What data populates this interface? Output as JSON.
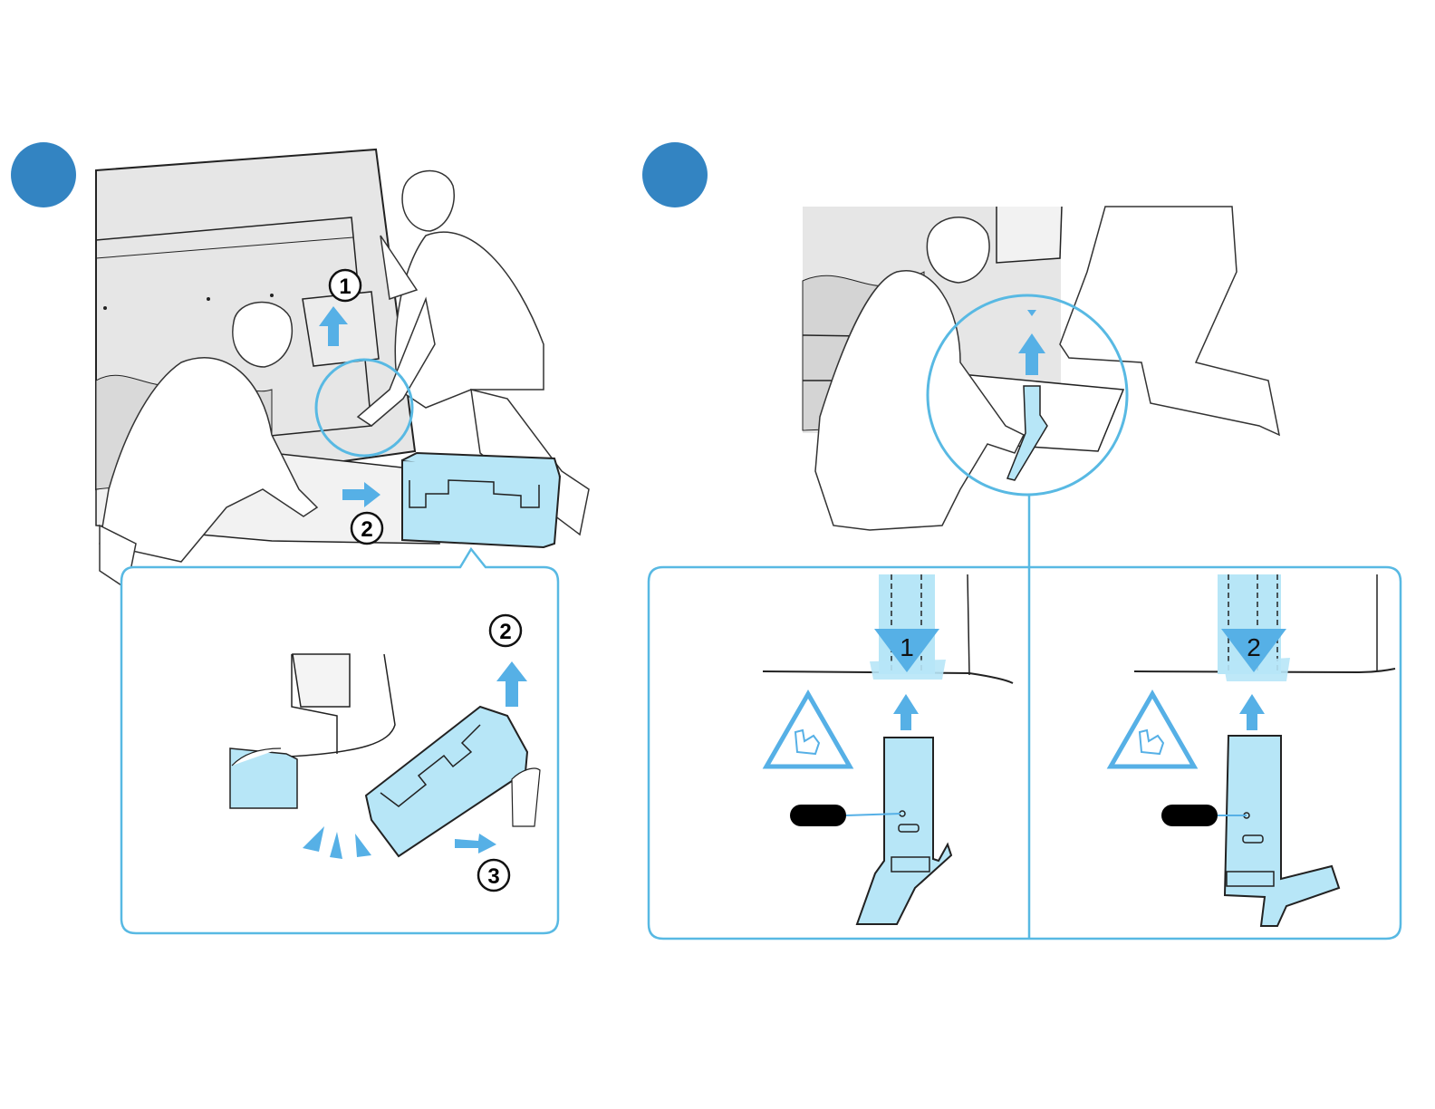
{
  "colors": {
    "step_circle": "#3384c2",
    "part_fill": "#b7e6f7",
    "arrow_blue": "#56b0e6",
    "callout_border": "#58b9e3",
    "tv_gray": "#e6e6e6",
    "line": "#222222"
  },
  "step1": {
    "markers": [
      "1",
      "2"
    ],
    "detail_markers": [
      "2",
      "3"
    ]
  },
  "step2": {
    "detail_left_number": "1",
    "detail_right_number": "2"
  },
  "icons": [
    "step-circle-icon",
    "pinch-caution-icon",
    "arrow-up-icon",
    "arrow-right-icon",
    "arrow-down-icon"
  ]
}
